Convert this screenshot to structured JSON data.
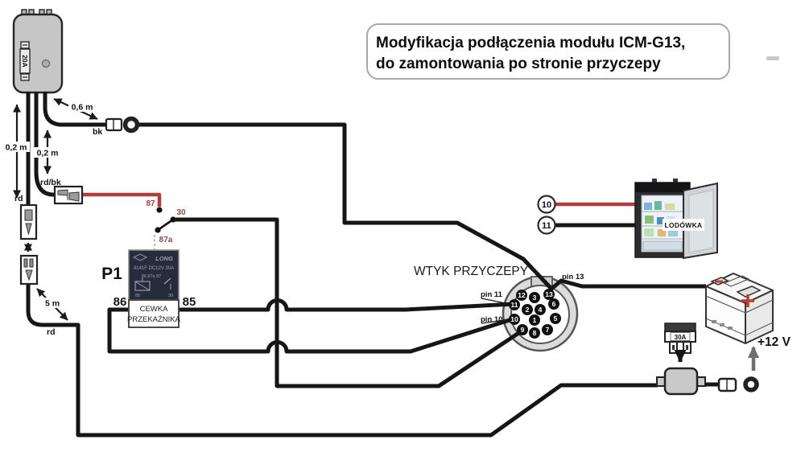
{
  "title": {
    "line1": "Modyfikacja podłączenia modułu ICM-G13,",
    "line2": "do zamontowania po stronie przyczepy"
  },
  "module": {
    "fuse_rating": "20A"
  },
  "dimensions": {
    "d_06": "0,6 m",
    "d_02_left": "0,2 m",
    "d_02_right": "0,2 m",
    "d_5": "5 m"
  },
  "wire_labels": {
    "bk": "bk",
    "rd_top": "rd",
    "rdbk": "rd/bk",
    "rd_bottom": "rd"
  },
  "relay": {
    "designator": "P1",
    "terminal_87": "87",
    "terminal_30": "30",
    "terminal_87a": "87a",
    "terminal_86": "86",
    "terminal_85": "85",
    "brand": "LONG",
    "spec": "4141F DC12V 30A",
    "pins_top": "86   87a   87",
    "pin_85": "85",
    "pin_30": "30",
    "caption_line1": "CEWKA",
    "caption_line2": "PRZEKAŹNIKA"
  },
  "plug": {
    "title": "WTYK PRZYCZEPY",
    "pins": [
      "12",
      "3",
      "13",
      "11",
      "2",
      "4",
      "6",
      "10",
      "1",
      "5",
      "9",
      "8",
      "7"
    ],
    "callout_pin11": "pin 11",
    "callout_pin10": "pin 10",
    "callout_pin13": "pin 13"
  },
  "fridge": {
    "label": "LODÓWKA",
    "terminal_10": "10",
    "terminal_11": "11"
  },
  "battery": {
    "voltage": "+12 V"
  },
  "fuse": {
    "rating": "30A"
  },
  "colors": {
    "wire_black": "#161616",
    "wire_red": "#b23b3b",
    "relay_label_red": "#a04545",
    "arrow_gray": "#6f6f6f",
    "module_gray": "#c6c6c6",
    "plug_gray": "#dcdcdc",
    "fuse_holder_gray": "#c9c9c9"
  }
}
